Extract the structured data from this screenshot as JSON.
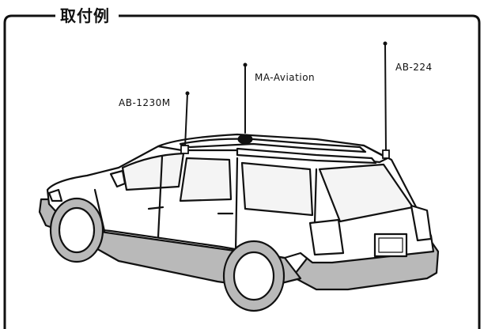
{
  "title": "取付例",
  "antennas": [
    {
      "id": "ab-1230m",
      "label": "AB-1230M"
    },
    {
      "id": "ma-aviation",
      "label": "MA-Aviation"
    },
    {
      "id": "ab-224",
      "label": "AB-224"
    }
  ],
  "colors": {
    "line": "#111111",
    "body": "#ffffff",
    "cladding": "#b9b9b9",
    "window": "#f4f4f4"
  }
}
